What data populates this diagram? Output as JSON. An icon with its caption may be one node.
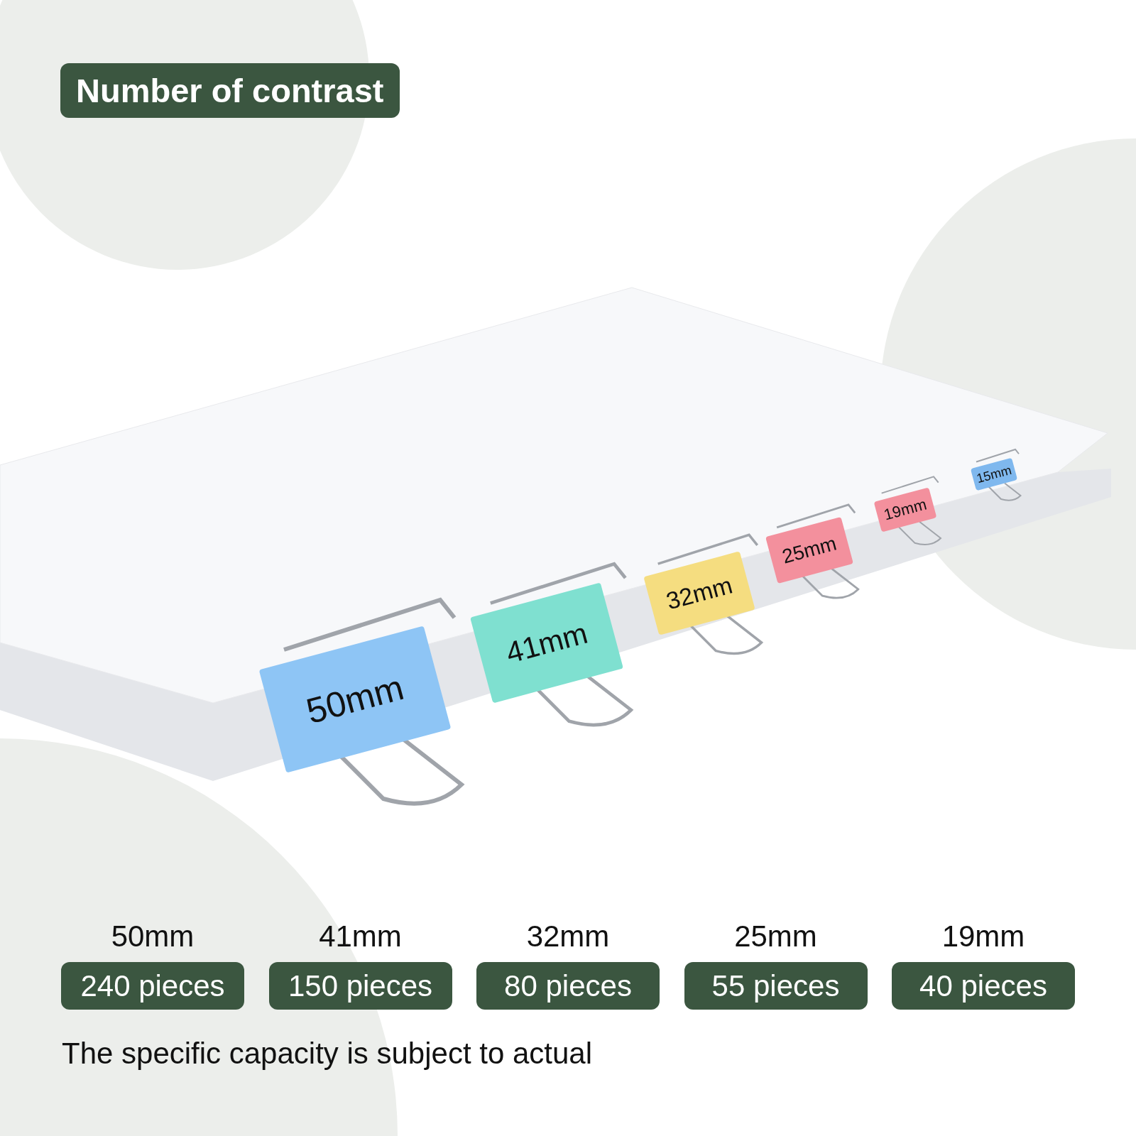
{
  "diagram": {
    "title": "Number of contrast",
    "nodes": [
      {
        "text": [
          "50mm"
        ]
      },
      {
        "text": [
          "41mm"
        ]
      },
      {
        "text": [
          "32mm"
        ]
      },
      {
        "text": [
          "25mm"
        ]
      },
      {
        "text": [
          "19mm"
        ]
      },
      {
        "text": [
          "15mm"
        ]
      },
      {
        "text": [
          "50mm",
          "240 pieces"
        ]
      },
      {
        "text": [
          "41mm",
          "150 pieces"
        ]
      },
      {
        "text": [
          "32mm",
          "80 pieces"
        ]
      },
      {
        "text": [
          "25mm",
          "55 pieces"
        ]
      },
      {
        "text": [
          "19mm",
          "40 pieces"
        ]
      }
    ],
    "caption": "The specific capacity is subject to actual"
  }
}
